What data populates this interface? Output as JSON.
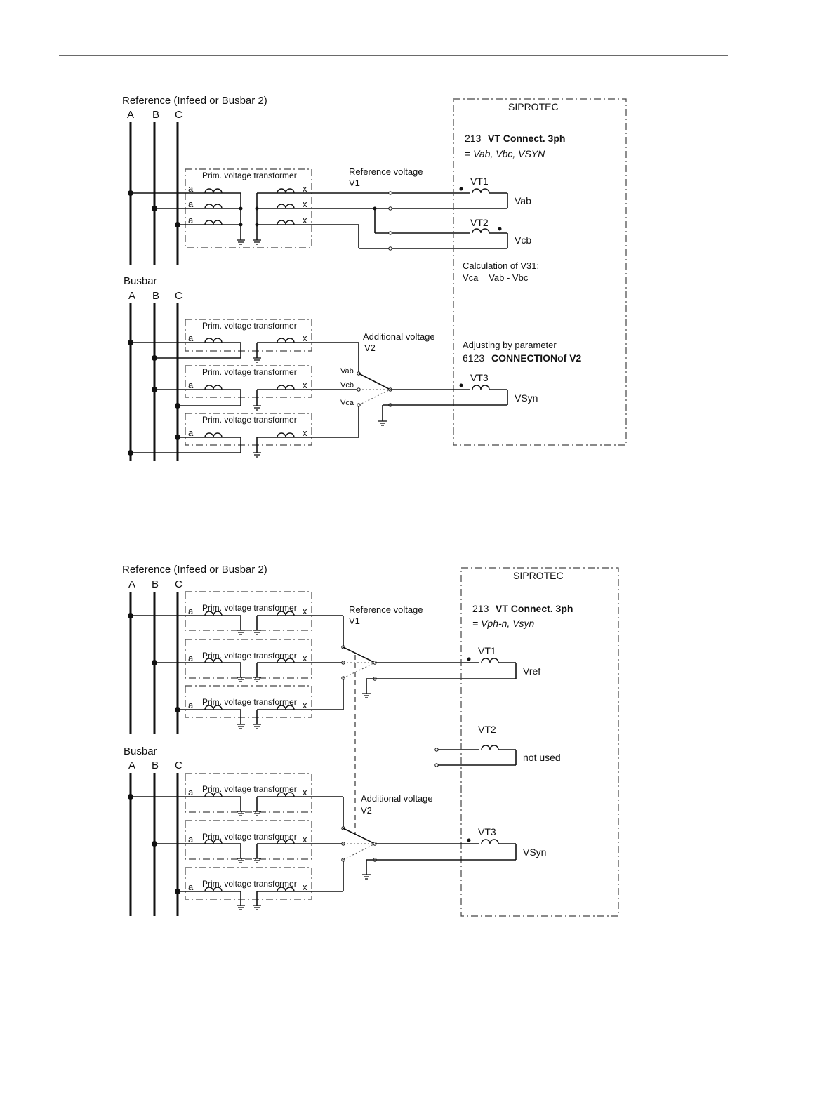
{
  "diagram1": {
    "ref_title": "Reference (Infeed or Busbar 2)",
    "phase_a": "A",
    "phase_b": "B",
    "phase_c": "C",
    "busbar_title": "Busbar",
    "pvt_label": "Prim. voltage transformer",
    "terminal_a": "a",
    "terminal_x": "x",
    "siprotec": "SIPROTEC",
    "param_num": "213",
    "param_name": "VT Connect. 3ph",
    "param_value": "= Vab, Vbc, VSYN",
    "ref_voltage": "Reference voltage",
    "ref_v1": "V1",
    "vt1": "VT1",
    "vt2": "VT2",
    "vt3": "VT3",
    "vab_out": "Vab",
    "vcb_out": "Vcb",
    "calc_line1": "Calculation of V31:",
    "calc_line2": "Vca = Vab - Vbc",
    "add_voltage": "Additional voltage",
    "add_v2": "V2",
    "adj_line1": "Adjusting by parameter",
    "adj_num": "6123",
    "adj_name": "CONNECTIONof V2",
    "sel_vab": "Vab",
    "sel_vcb": "Vcb",
    "sel_vca": "Vca",
    "vsyn_out": "VSyn"
  },
  "diagram2": {
    "ref_title": "Reference (Infeed or Busbar 2)",
    "phase_a": "A",
    "phase_b": "B",
    "phase_c": "C",
    "busbar_title": "Busbar",
    "pvt_label": "Prim. voltage transformer",
    "terminal_a": "a",
    "terminal_x": "x",
    "siprotec": "SIPROTEC",
    "param_num": "213",
    "param_name": "VT Connect. 3ph",
    "param_value": "= Vph-n, Vsyn",
    "ref_voltage": "Reference voltage",
    "ref_v1": "V1",
    "vt1": "VT1",
    "vt2": "VT2",
    "vt3": "VT3",
    "vref_out": "Vref",
    "not_used": "not used",
    "add_voltage": "Additional voltage",
    "add_v2": "V2",
    "vsyn_out": "VSyn"
  }
}
